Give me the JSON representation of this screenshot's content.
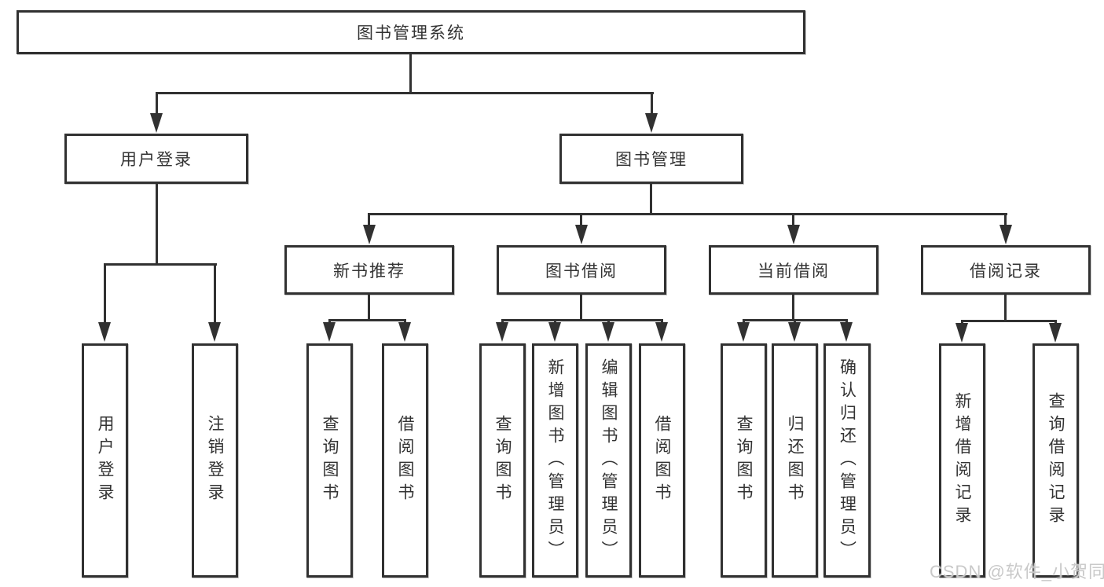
{
  "diagram": {
    "root": {
      "label": "图书管理系统"
    },
    "level2": [
      {
        "label": "用户登录"
      },
      {
        "label": "图书管理"
      }
    ],
    "level3": [
      {
        "label": "新书推荐"
      },
      {
        "label": "图书借阅"
      },
      {
        "label": "当前借阅"
      },
      {
        "label": "借阅记录"
      }
    ],
    "leaves": [
      {
        "label": "用户登录"
      },
      {
        "label": "注销登录"
      },
      {
        "label": "查询图书"
      },
      {
        "label": "借阅图书"
      },
      {
        "label": "查询图书"
      },
      {
        "label": "新增图书（管理员）"
      },
      {
        "label": "编辑图书（管理员）"
      },
      {
        "label": "借阅图书"
      },
      {
        "label": "查询图书"
      },
      {
        "label": "归还图书"
      },
      {
        "label": "确认归还（管理员）"
      },
      {
        "label": "新增借阅记录"
      },
      {
        "label": "查询借阅记录"
      }
    ],
    "watermark": "CSDN @软件_小贺同学",
    "colors": {
      "line": "#313131",
      "text": "#333333",
      "background": "#ffffff",
      "watermark": "#c6c6c6"
    }
  }
}
